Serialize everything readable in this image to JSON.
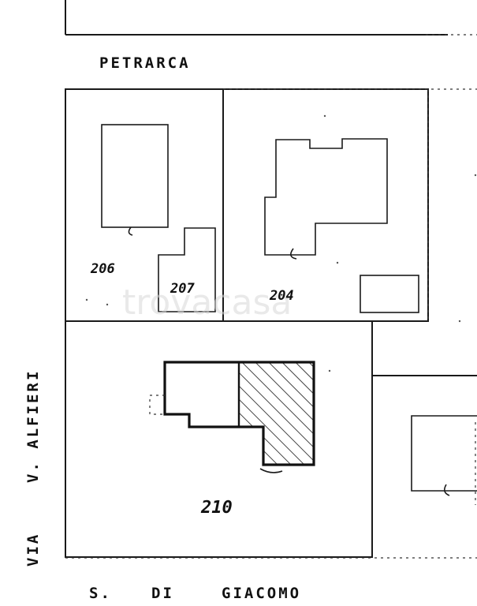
{
  "streets": {
    "top": "PETRARCA",
    "bottom_1": "S.",
    "bottom_2": "DI",
    "bottom_3": "GIACOMO",
    "left_1": "VIA",
    "left_2": "V. ALFIERI"
  },
  "parcels": {
    "p206": "206",
    "p207": "207",
    "p204": "204",
    "p210": "210"
  },
  "watermark": "trovacasa",
  "colors": {
    "ink": "#111111",
    "hatch": "#111111",
    "paper": "#ffffff"
  }
}
